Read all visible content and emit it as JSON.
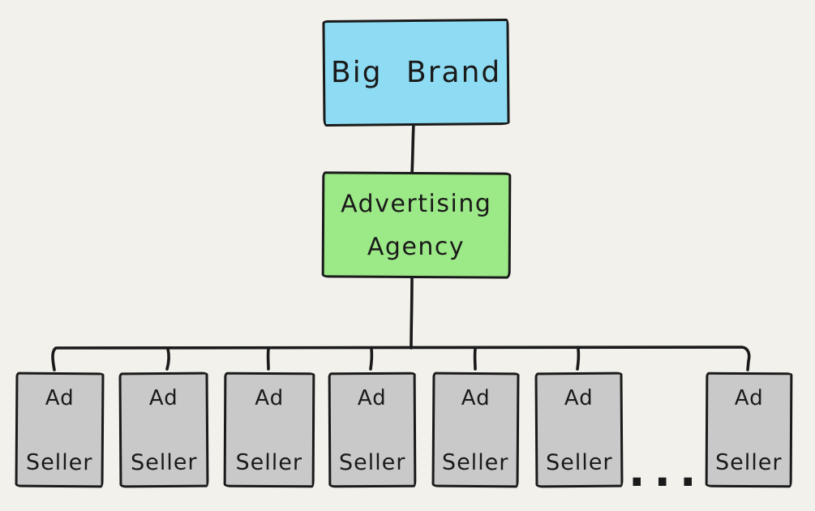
{
  "colors": {
    "background": "#f2f1ec",
    "stroke": "#1a1a1a",
    "text": "#1a1a1a",
    "brand_fill": "#8edcf3",
    "agency_fill": "#9ce987",
    "seller_fill": "#c9c9c9"
  },
  "nodes": {
    "brand": {
      "label": "Big Brand"
    },
    "agency": {
      "line1": "Advertising",
      "line2": "Agency"
    },
    "ellipsis": "..."
  },
  "sellers": [
    {
      "line1": "Ad",
      "line2": "Seller"
    },
    {
      "line1": "Ad",
      "line2": "Seller"
    },
    {
      "line1": "Ad",
      "line2": "Seller"
    },
    {
      "line1": "Ad",
      "line2": "Seller"
    },
    {
      "line1": "Ad",
      "line2": "Seller"
    },
    {
      "line1": "Ad",
      "line2": "Seller"
    },
    {
      "line1": "Ad",
      "line2": "Seller"
    }
  ],
  "edges": [
    {
      "from": "Big Brand",
      "to": "Advertising Agency"
    },
    {
      "from": "Advertising Agency",
      "to": "Ad Seller"
    }
  ]
}
